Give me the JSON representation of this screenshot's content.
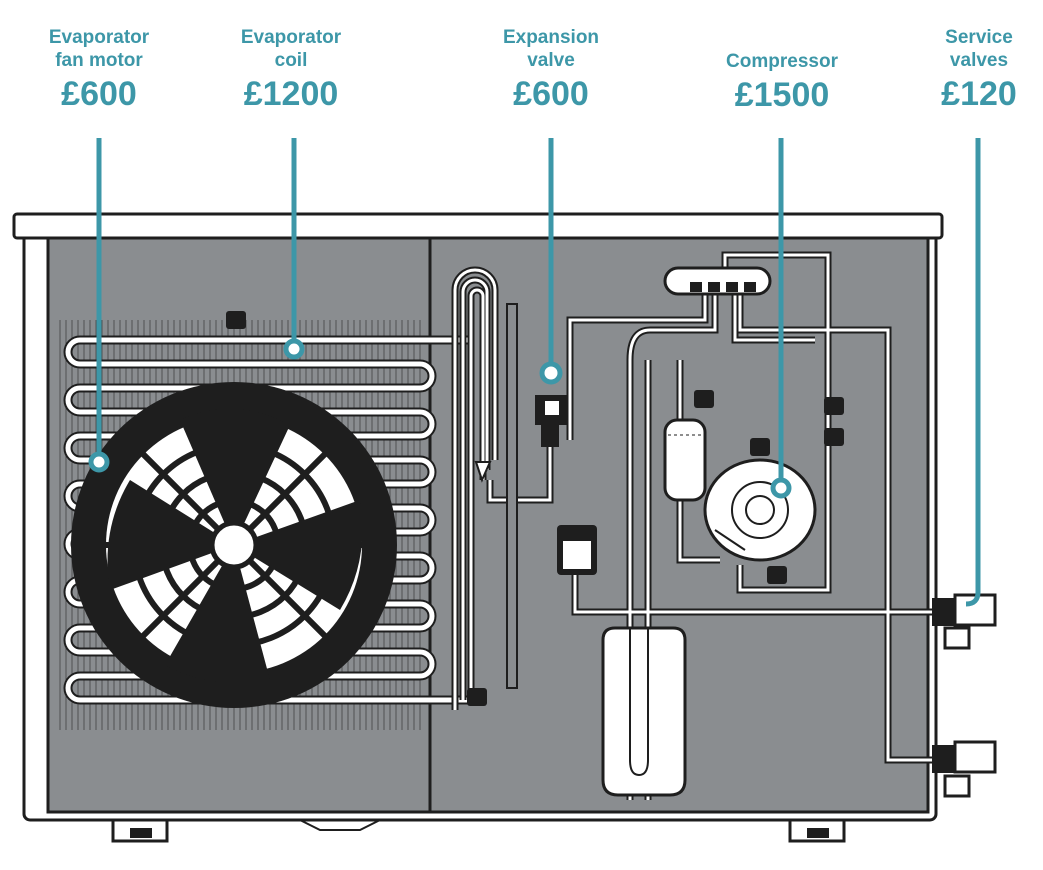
{
  "callouts": [
    {
      "id": "evaporator-fan-motor",
      "name": "Evaporator\nfan motor",
      "price": "£600"
    },
    {
      "id": "evaporator-coil",
      "name": "Evaporator\ncoil",
      "price": "£1200"
    },
    {
      "id": "expansion-valve",
      "name": "Expansion\nvalve",
      "price": "£600"
    },
    {
      "id": "compressor",
      "name": "Compressor",
      "price": "£1500"
    },
    {
      "id": "service-valves",
      "name": "Service\nvalves",
      "price": "£120"
    }
  ],
  "colors": {
    "accent": "#3d97a8",
    "panel": "#8a8d90",
    "outline": "#1e1e1e",
    "pipe": "#ffffff"
  }
}
